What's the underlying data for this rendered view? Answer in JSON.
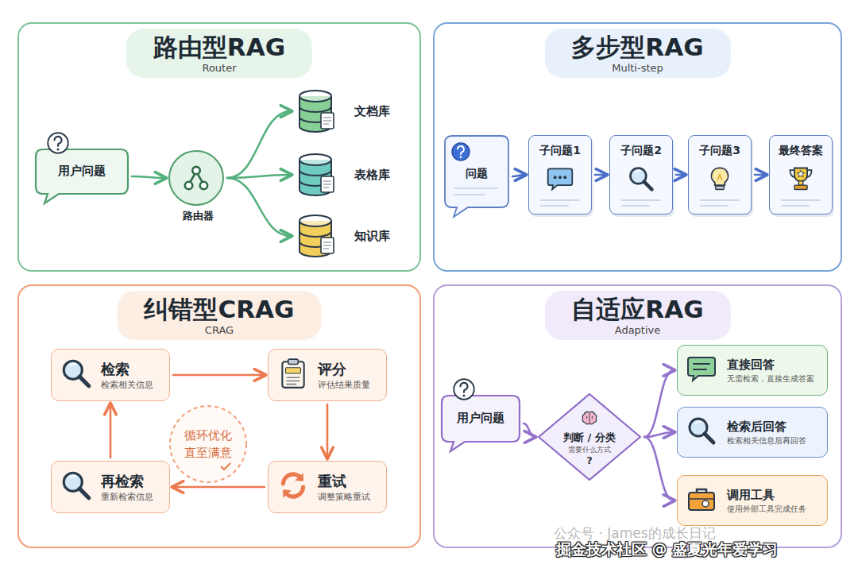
{
  "diagram": {
    "nodes": [
      {
        "text": [
          "路由型RAG",
          "Router"
        ]
      },
      {
        "text": [
          "用户问题"
        ],
        "in": 0
      },
      {
        "text": [
          "路由器"
        ],
        "in": 0
      },
      {
        "text": [
          "文档库"
        ],
        "in": 0
      },
      {
        "text": [
          "表格库"
        ],
        "in": 0
      },
      {
        "text": [
          "知识库"
        ],
        "in": 0
      },
      {
        "text": [
          "多步型RAG",
          "Multi-step"
        ]
      },
      {
        "text": [
          "问题"
        ],
        "in": 6
      },
      {
        "text": [
          "子问题1"
        ],
        "in": 6
      },
      {
        "text": [
          "子问题2"
        ],
        "in": 6
      },
      {
        "text": [
          "子问题3"
        ],
        "in": 6
      },
      {
        "text": [
          "最终答案"
        ],
        "in": 6
      },
      {
        "text": [
          "纠错型CRAG",
          "CRAG"
        ]
      },
      {
        "text": [
          "检索",
          "检索相关信息"
        ],
        "in": 12
      },
      {
        "text": [
          "评分",
          "评估结果质量"
        ],
        "in": 12
      },
      {
        "text": [
          "重试",
          "调整策略重试"
        ],
        "in": 12
      },
      {
        "text": [
          "再检索",
          "重新检索信息"
        ],
        "in": 12
      },
      {
        "text": [
          "循环优化 直至满意"
        ],
        "in": 12
      },
      {
        "text": [
          "自适应RAG",
          "Adaptive"
        ]
      },
      {
        "text": [
          "用户问题"
        ],
        "in": 18
      },
      {
        "text": [
          "判断 / 分类",
          "需要什么方式",
          "?"
        ],
        "in": 18
      },
      {
        "text": [
          "直接回答",
          "无需检索，直接生成答案"
        ],
        "in": 18
      },
      {
        "text": [
          "检索后回答",
          "检索相关信息后再回答"
        ],
        "in": 18
      },
      {
        "text": [
          "调用工具",
          "使用外部工具完成任务"
        ],
        "in": 18
      }
    ],
    "edges": [
      {
        "from": 1,
        "to": 2,
        "arrow": "to"
      },
      {
        "from": 2,
        "to": 3,
        "arrow": "to"
      },
      {
        "from": 2,
        "to": 4,
        "arrow": "to"
      },
      {
        "from": 2,
        "to": 5,
        "arrow": "to"
      },
      {
        "from": 7,
        "to": 8,
        "arrow": "to"
      },
      {
        "from": 8,
        "to": 9,
        "arrow": "to"
      },
      {
        "from": 9,
        "to": 10,
        "arrow": "to"
      },
      {
        "from": 10,
        "to": 11,
        "arrow": "to"
      },
      {
        "from": 13,
        "to": 14,
        "arrow": "to"
      },
      {
        "from": 14,
        "to": 15,
        "arrow": "to"
      },
      {
        "from": 15,
        "to": 16,
        "arrow": "to"
      },
      {
        "from": 16,
        "to": 13,
        "arrow": "to"
      },
      {
        "from": 19,
        "to": 20,
        "arrow": "to"
      },
      {
        "from": 20,
        "to": 21,
        "arrow": "to"
      },
      {
        "from": 20,
        "to": 22,
        "arrow": "to"
      },
      {
        "from": 20,
        "to": 23,
        "arrow": "to"
      }
    ],
    "labels": [
      "公众号 · James的成长日记",
      "掘金技术社区 @ 盛夏光年爱学习"
    ]
  }
}
